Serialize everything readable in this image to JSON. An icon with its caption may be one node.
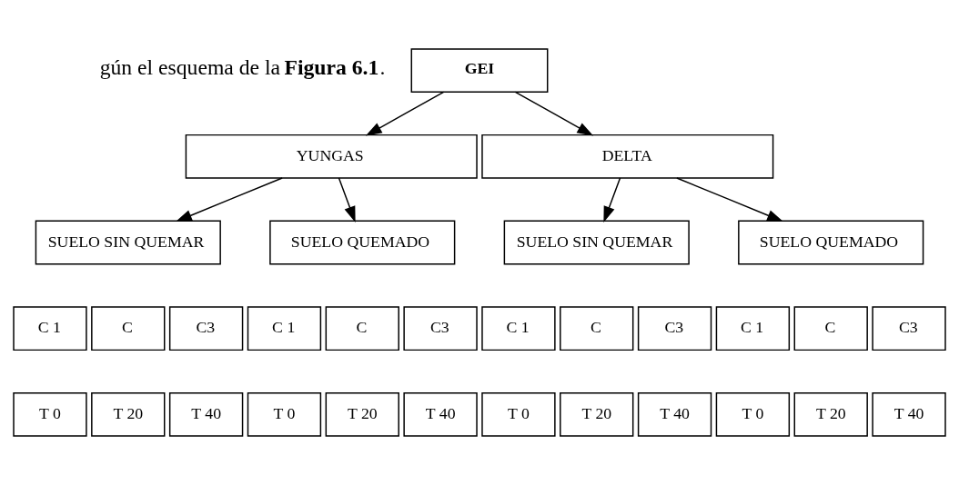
{
  "diagram": {
    "nodes": [
      {
        "text": [
          "GEI"
        ]
      },
      {
        "text": [
          "YUNGAS"
        ]
      },
      {
        "text": [
          "DELTA"
        ]
      },
      {
        "text": [
          "SUELO SIN QUEMAR"
        ]
      },
      {
        "text": [
          "SUELO QUEMADO"
        ]
      },
      {
        "text": [
          "SUELO SIN QUEMAR"
        ]
      },
      {
        "text": [
          "SUELO QUEMADO"
        ]
      },
      {
        "text": [
          "C 1"
        ]
      },
      {
        "text": [
          "C"
        ]
      },
      {
        "text": [
          "C3"
        ]
      },
      {
        "text": [
          "C 1"
        ]
      },
      {
        "text": [
          "C"
        ]
      },
      {
        "text": [
          "C3"
        ]
      },
      {
        "text": [
          "C 1"
        ]
      },
      {
        "text": [
          "C"
        ]
      },
      {
        "text": [
          "C3"
        ]
      },
      {
        "text": [
          "C 1"
        ]
      },
      {
        "text": [
          "C"
        ]
      },
      {
        "text": [
          "C3"
        ]
      },
      {
        "text": [
          "T 0"
        ]
      },
      {
        "text": [
          "T 20"
        ]
      },
      {
        "text": [
          "T 40"
        ]
      },
      {
        "text": [
          "T 0"
        ]
      },
      {
        "text": [
          "T 20"
        ]
      },
      {
        "text": [
          "T 40"
        ]
      },
      {
        "text": [
          "T 0"
        ]
      },
      {
        "text": [
          "T 20"
        ]
      },
      {
        "text": [
          "T 40"
        ]
      },
      {
        "text": [
          "T 0"
        ]
      },
      {
        "text": [
          "T 20"
        ]
      },
      {
        "text": [
          "T 40"
        ]
      }
    ],
    "edges": [
      {
        "from": 0,
        "to": 1,
        "arrow": "to"
      },
      {
        "from": 0,
        "to": 2,
        "arrow": "to"
      },
      {
        "from": 1,
        "to": 3,
        "arrow": "to"
      },
      {
        "from": 1,
        "to": 4,
        "arrow": "to"
      },
      {
        "from": 2,
        "to": 5,
        "arrow": "to"
      },
      {
        "from": 2,
        "to": 6,
        "arrow": "to"
      }
    ],
    "labels": [
      "gún el esquema de la **Figura 6.1**."
    ]
  }
}
